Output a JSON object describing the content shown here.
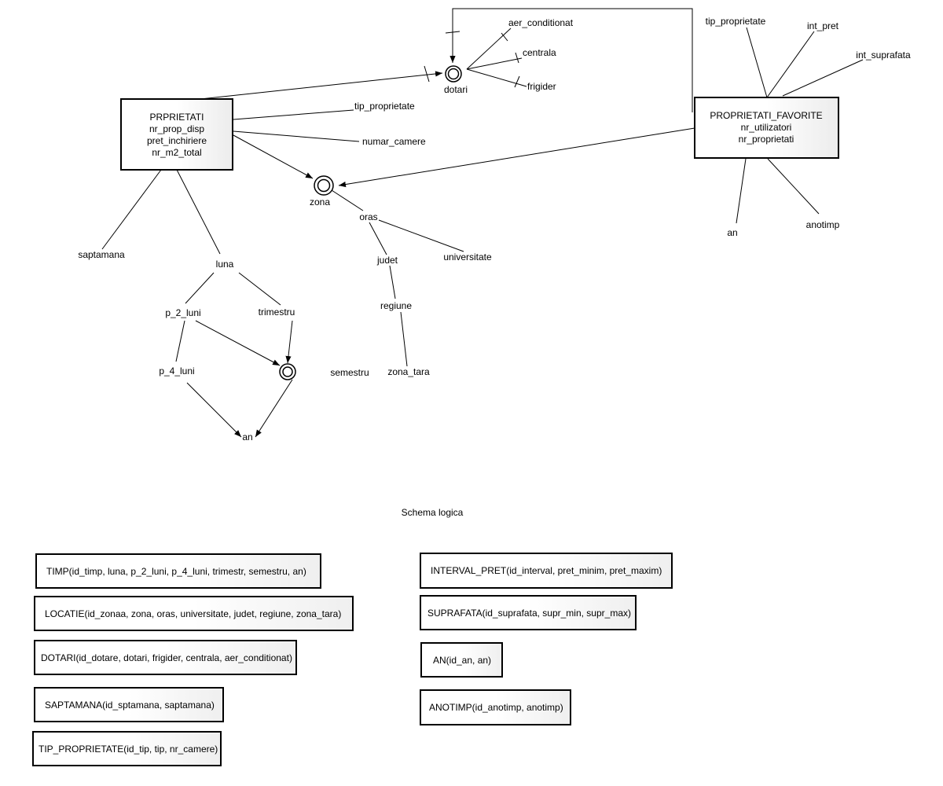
{
  "facts": {
    "proprietati": {
      "title": "PRPRIETATI",
      "measures": [
        "nr_prop_disp",
        "pret_inchiriere",
        "nr_m2_total"
      ]
    },
    "favorite": {
      "title": "PROPRIETATI_FAVORITE",
      "measures": [
        "nr_utilizatori",
        "nr_proprietati"
      ]
    }
  },
  "labels": {
    "dotari": "dotari",
    "aer_conditionat": "aer_conditionat",
    "centrala": "centrala",
    "frigider": "frigider",
    "tip_proprietate_1": "tip_proprietate",
    "numar_camere": "numar_camere",
    "zona": "zona",
    "oras": "oras",
    "judet": "judet",
    "universitate": "universitate",
    "regiune": "regiune",
    "zona_tara": "zona_tara",
    "semestru": "semestru",
    "saptamana": "saptamana",
    "luna": "luna",
    "p_2_luni": "p_2_luni",
    "trimestru": "trimestru",
    "p_4_luni": "p_4_luni",
    "an_time": "an",
    "tip_proprietate_2": "tip_proprietate",
    "int_pret": "int_pret",
    "int_suprafata": "int_suprafata",
    "an_fav": "an",
    "anotimp": "anotimp"
  },
  "caption": "Schema logica",
  "tables": [
    "TIMP(id_timp, luna, p_2_luni, p_4_luni, trimestr, semestru, an)",
    "LOCATIE(id_zonaa, zona, oras, universitate, judet, regiune, zona_tara)",
    "DOTARI(id_dotare, dotari, frigider, centrala, aer_conditionat)",
    "SAPTAMANA(id_sptamana, saptamana)",
    "TIP_PROPRIETATE(id_tip, tip, nr_camere)",
    "INTERVAL_PRET(id_interval, pret_minim, pret_maxim)",
    "SUPRAFATA(id_suprafata, supr_min, supr_max)",
    "AN(id_an, an)",
    "ANOTIMP(id_anotimp, anotimp)"
  ]
}
